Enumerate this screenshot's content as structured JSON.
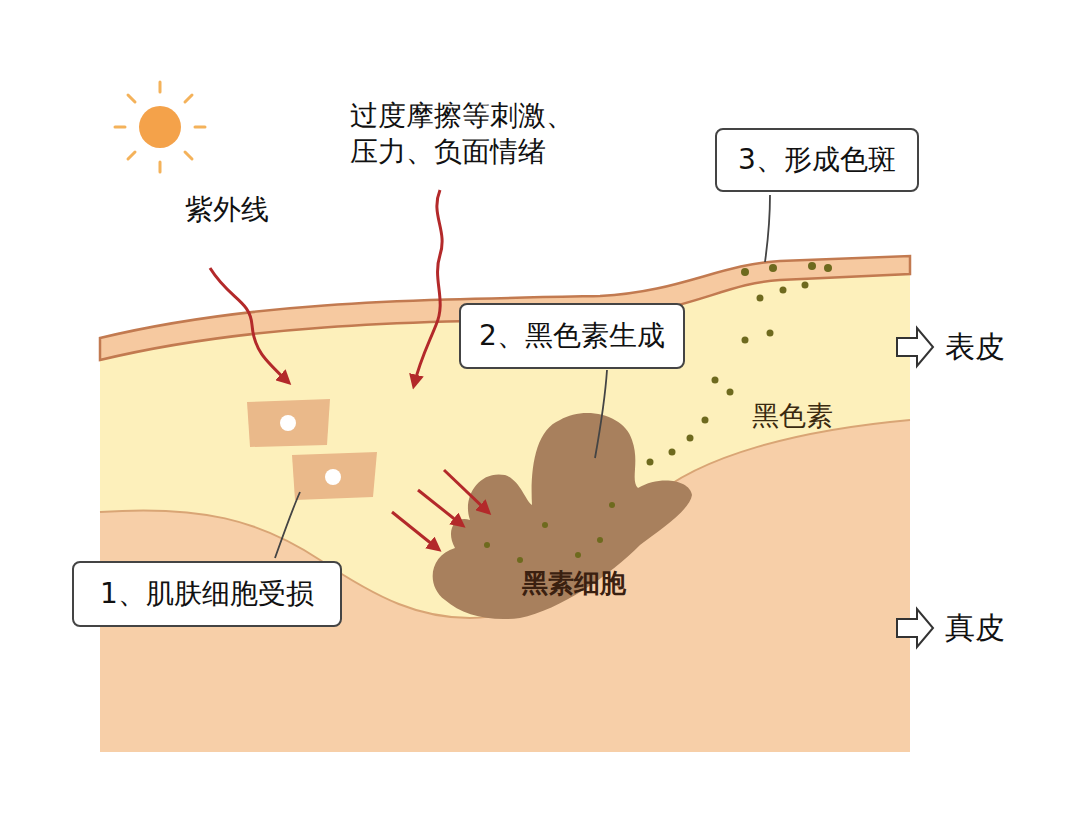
{
  "diagram": {
    "nodes": [
      {
        "text": [
          "1、肌肤细胞受损"
        ]
      },
      {
        "text": [
          "2、黑色素生成"
        ]
      },
      {
        "text": [
          "3、形成色斑"
        ]
      }
    ],
    "labels": [
      "紫外线",
      "过度摩擦等刺激、 压力、负面情绪",
      "黑色素",
      "黑素细胞",
      "表皮",
      "真皮"
    ]
  }
}
